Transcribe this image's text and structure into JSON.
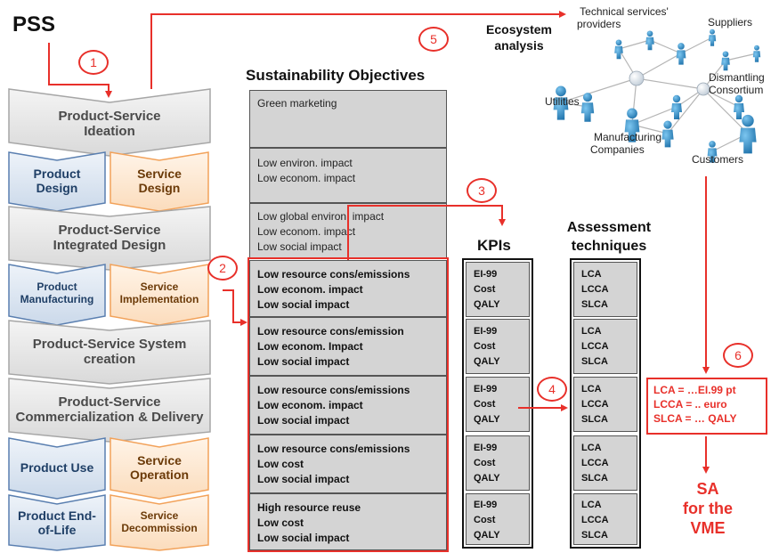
{
  "pss_label": "PSS",
  "phases": {
    "ideation": "Product-Service Ideation",
    "product_design": "Product Design",
    "service_design": "Service Design",
    "integrated_design": "Product-Service Integrated Design",
    "product_manufacturing": "Product Manufacturing",
    "service_implementation": "Service Implementation",
    "system_creation": "Product-Service System creation",
    "commercialization": "Product-Service Commercialization & Delivery",
    "product_use": "Product Use",
    "service_operation": "Service Operation",
    "product_end_of_life": "Product End-of-Life",
    "service_decommission": "Service Decommission"
  },
  "objectives": {
    "heading": "Sustainability Objectives",
    "boxes": [
      [
        "Green marketing"
      ],
      [
        "Low environ. impact",
        "Low econom. impact"
      ],
      [
        "Low global environ. impact",
        "Low econom. impact",
        "Low social impact"
      ],
      [
        "Low resource cons/emissions",
        "Low econom. impact",
        "Low social impact"
      ],
      [
        "Low resource cons/emission",
        "Low econom. Impact",
        "Low social impact"
      ],
      [
        "Low resource cons/emissions",
        "Low econom. impact",
        "Low social impact"
      ],
      [
        "Low resource cons/emissions",
        "Low cost",
        "Low social impact"
      ],
      [
        "High resource reuse",
        "Low cost",
        "Low social impact"
      ]
    ]
  },
  "kpis": {
    "heading": "KPIs",
    "rows": [
      [
        "EI-99",
        "Cost",
        "QALY"
      ],
      [
        "EI-99",
        "Cost",
        "QALY"
      ],
      [
        "EI-99",
        "Cost",
        "QALY"
      ],
      [
        "EI-99",
        "Cost",
        "QALY"
      ],
      [
        "EI-99",
        "Cost",
        "QALY"
      ]
    ]
  },
  "assessment": {
    "heading_line1": "Assessment",
    "heading_line2": "techniques",
    "rows": [
      [
        "LCA",
        "LCCA",
        "SLCA"
      ],
      [
        "LCA",
        "LCCA",
        "SLCA"
      ],
      [
        "LCA",
        "LCCA",
        "SLCA"
      ],
      [
        "LCA",
        "LCCA",
        "SLCA"
      ],
      [
        "LCA",
        "LCCA",
        "SLCA"
      ]
    ]
  },
  "ecosystem": {
    "heading_line1": "Ecosystem",
    "heading_line2": "analysis",
    "labels": {
      "technical_line1": "Technical services'",
      "technical_line2": "providers",
      "suppliers": "Suppliers",
      "dismantling_line1": "Dismantling",
      "dismantling_line2": "Consortium",
      "utilities": "Utilities",
      "manufacturing_line1": "Manufacturing",
      "manufacturing_line2": "Companies",
      "customers": "Customers"
    }
  },
  "result": {
    "lines": [
      "LCA = …EI.99 pt",
      "LCCA = .. euro",
      "SLCA = … QALY"
    ]
  },
  "sa": {
    "line1": "SA",
    "line2": "for the",
    "line3": "VME"
  },
  "steps": [
    "1",
    "2",
    "3",
    "4",
    "5",
    "6"
  ],
  "colors": {
    "accent": "#e8302a",
    "phase_grey": "#e6e6e6",
    "product_blue": "#dde6f1",
    "service_orange": "#fde7cf",
    "box_grey": "#d4d4d4",
    "person_blue": "#2a8bc9"
  }
}
